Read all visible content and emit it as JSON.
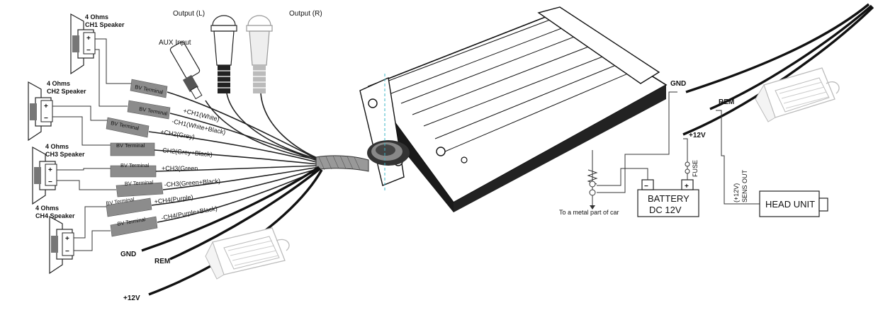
{
  "speakers": [
    {
      "ohms": "4 Ohms",
      "channel": "CH1 Speaker"
    },
    {
      "ohms": "4 Ohms",
      "channel": "CH2 Speaker"
    },
    {
      "ohms": "4 Ohms",
      "channel": "CH3 Speaker"
    },
    {
      "ohms": "4 Ohms",
      "channel": "CH4 Speaker"
    }
  ],
  "polarity": {
    "plus": "+",
    "minus": "−"
  },
  "terminal_label": "BV Terminal",
  "wires": [
    "+CH1(White)",
    "-CH1(White+Black)",
    "+CH2(Grey)",
    "-CH2(Grey+Black)",
    "+CH3(Green",
    "-CH3(Green+Black)",
    "+CH4(Purple)",
    "-CH4(Purple+Black)"
  ],
  "inputs": {
    "aux": "AUX Input",
    "output_left": "Output (L)",
    "output_right": "Output (R)"
  },
  "power_left": {
    "gnd": "GND",
    "rem": "REM",
    "plus12": "+12V"
  },
  "power_right": {
    "gnd": "GND",
    "rem": "REM",
    "plus12": "+12V"
  },
  "ground_note": "To a metal part of car",
  "battery": {
    "line1": "BATTERY",
    "line2": "DC 12V"
  },
  "fuse": "FUSE",
  "sens_out": {
    "line1": "(+12V)",
    "line2": "SENS OUT"
  },
  "head_unit": "HEAD UNIT"
}
